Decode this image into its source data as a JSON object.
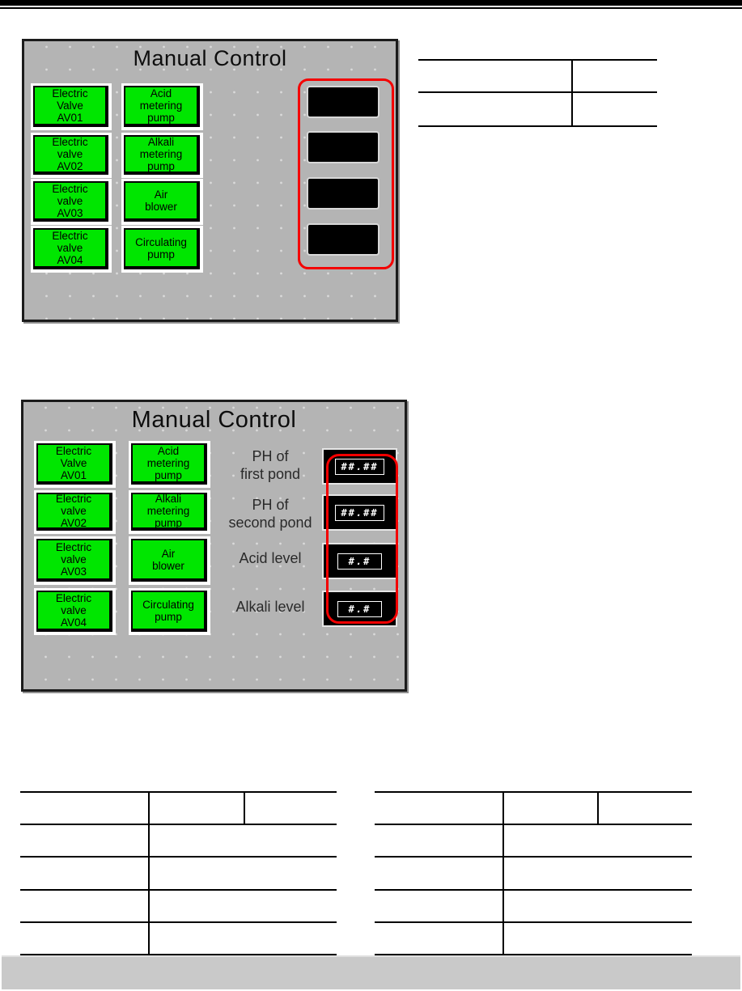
{
  "screen1": {
    "title": "Manual Control",
    "buttons": [
      {
        "label": "Electric\nValve\nAV01"
      },
      {
        "label": "Electric\nvalve\nAV02"
      },
      {
        "label": "Electric\nvalve\nAV03"
      },
      {
        "label": "Electric\nvalve\nAV04"
      },
      {
        "label": "Acid\nmetering\npump"
      },
      {
        "label": "Alkali\nmetering\npump"
      },
      {
        "label": "Air\nblower"
      },
      {
        "label": "Circulating\npump"
      }
    ],
    "displays": {
      "count": 4,
      "values": [
        "",
        "",
        "",
        ""
      ]
    }
  },
  "screen2": {
    "title": "Manual Control",
    "buttons": [
      {
        "label": "Electric\nValve\nAV01"
      },
      {
        "label": "Electric\nvalve\nAV02"
      },
      {
        "label": "Electric\nvalve\nAV03"
      },
      {
        "label": "Electric\nvalve\nAV04"
      },
      {
        "label": "Acid\nmetering\npump"
      },
      {
        "label": "Alkali\nmetering\npump"
      },
      {
        "label": "Air\nblower"
      },
      {
        "label": "Circulating\npump"
      }
    ],
    "indicators": [
      {
        "label": "PH of\nfirst pond",
        "value": "##.##"
      },
      {
        "label": "PH of\nsecond pond",
        "value": "##.##"
      },
      {
        "label": "Acid level",
        "value": "#.#"
      },
      {
        "label": "Alkali level",
        "value": "#.#"
      }
    ]
  },
  "tables": {
    "top_right": {
      "rows": 2,
      "columns": 2,
      "cells_empty": true
    },
    "bottom_left": {
      "rows": 5,
      "header_columns": 3,
      "body_columns": 2,
      "cells_empty": true
    },
    "bottom_right": {
      "rows": 5,
      "header_columns": 3,
      "body_columns": 2,
      "cells_empty": true
    }
  },
  "colors": {
    "button_green": "#00e600",
    "highlight_red": "#f40000",
    "panel_gray": "#b4b4b4",
    "display_black": "#000000",
    "lcd_text": "#ffffff"
  }
}
